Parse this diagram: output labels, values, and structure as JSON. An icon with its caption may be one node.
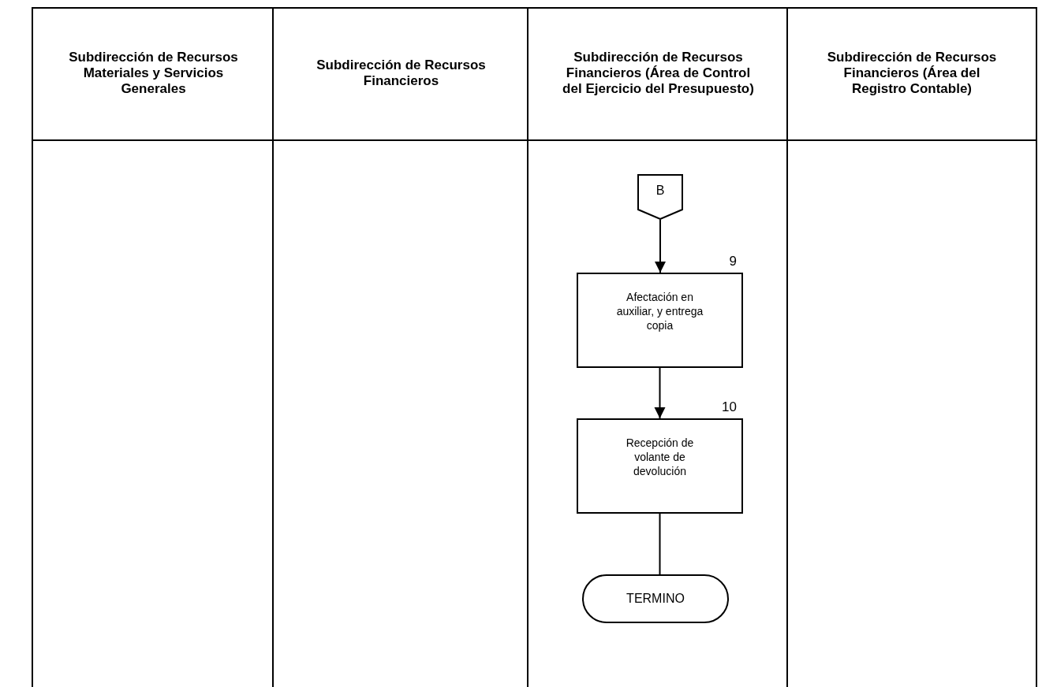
{
  "diagram": {
    "nodes": [
      {
        "text": [
          "Subdirección de Recursos Materiales y Servicios Generales"
        ]
      },
      {
        "text": [
          "Subdirección de Recursos Financieros"
        ]
      },
      {
        "text": [
          "Subdirección de Recursos Financieros (Área de Control del Ejercicio del Presupuesto)"
        ]
      },
      {
        "text": [
          "Subdirección de Recursos Financieros (Área del Registro Contable)"
        ]
      },
      {
        "text": [
          "B"
        ],
        "in": 2
      },
      {
        "text": [
          "Afectación en auxiliar, y entrega copia"
        ],
        "in": 2,
        "beside": [
          "9"
        ]
      },
      {
        "text": [
          "Recepción de volante de devolución"
        ],
        "in": 2,
        "beside": [
          "10"
        ]
      },
      {
        "text": [
          "TERMINO"
        ],
        "in": 2
      }
    ],
    "edges": [
      {
        "from": 4,
        "to": 5,
        "arrow": "to"
      },
      {
        "from": 5,
        "to": 6,
        "arrow": "to"
      },
      {
        "from": 6,
        "to": 7,
        "arrow": "none"
      }
    ]
  }
}
